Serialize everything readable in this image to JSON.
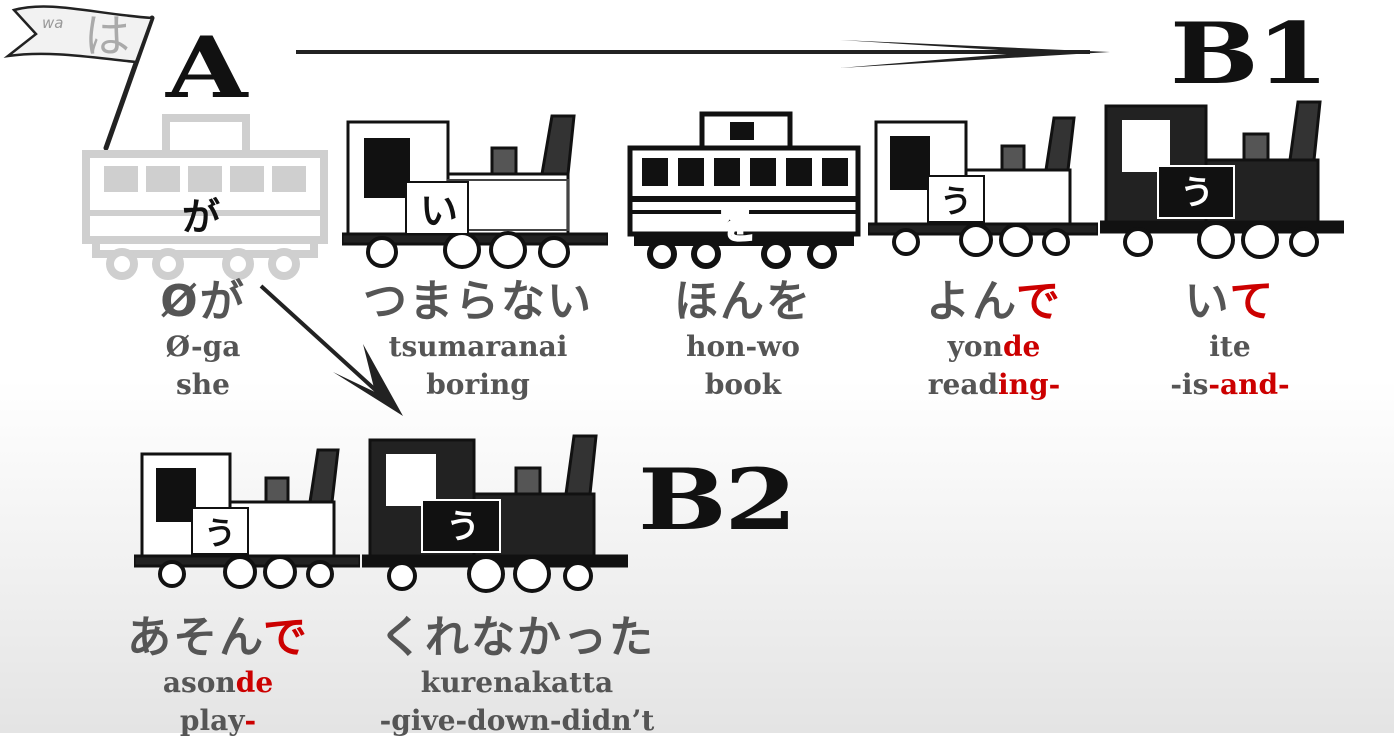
{
  "labels": {
    "a": "A",
    "b1": "B1",
    "b2": "B2",
    "flag_kana": "は",
    "flag_romaji": "wa"
  },
  "trains": [
    {
      "id": "ga-car",
      "kana": "が"
    },
    {
      "id": "i-engine",
      "kana": "い"
    },
    {
      "id": "wo-car",
      "kana": "を"
    },
    {
      "id": "u-engine-1",
      "kana": "う"
    },
    {
      "id": "u-engine-2",
      "kana": "う"
    },
    {
      "id": "u-engine-3",
      "kana": "う"
    },
    {
      "id": "u-engine-4",
      "kana": "う"
    }
  ],
  "words": {
    "ga": {
      "jp": "Øが",
      "romaji": "Ø-ga",
      "english": "she"
    },
    "tsumaranai": {
      "jp": "つまらない",
      "romaji": "tsumaranai",
      "english": "boring"
    },
    "honwo": {
      "jp": "ほんを",
      "romaji": "hon-wo",
      "english": "book"
    },
    "yonde": {
      "jp_a": "よん",
      "jp_b": "で",
      "romaji_a": "yon",
      "romaji_b": "de",
      "english_a": "read",
      "english_b": "ing-"
    },
    "ite": {
      "jp_a": "い",
      "jp_b": "て",
      "romaji": "ite",
      "english_a": "-is",
      "english_b": "-and-"
    },
    "asonde": {
      "jp_a": "あそん",
      "jp_b": "で",
      "romaji_a": "ason",
      "romaji_b": "de",
      "english_a": "play",
      "english_b": "-"
    },
    "kurenakatta": {
      "jp": "くれなかった",
      "romaji": "kurenakatta",
      "english": "-give-down-didn’t"
    }
  }
}
